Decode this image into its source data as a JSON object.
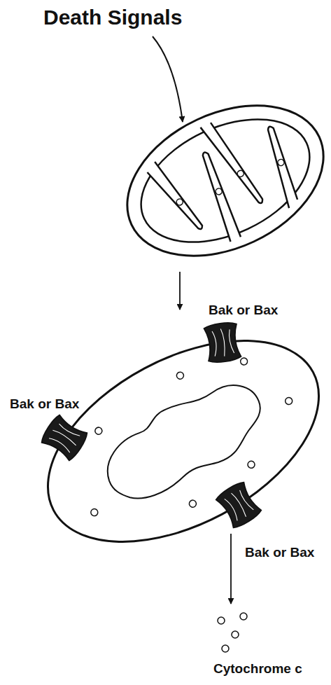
{
  "diagram": {
    "title": "Death Signals",
    "labels": [
      "Bak or Bax",
      "Bak or Bax",
      "Bak or Bax",
      "Cytochrome c"
    ]
  }
}
